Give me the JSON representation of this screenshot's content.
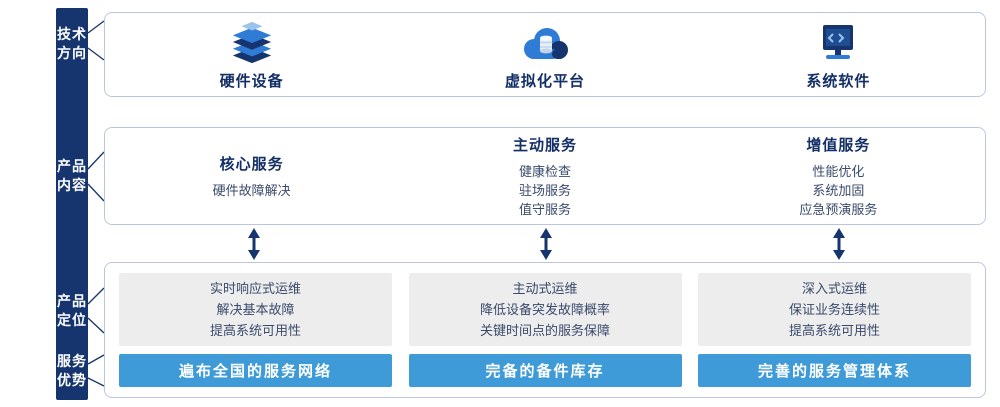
{
  "sidebar": {
    "labels": [
      {
        "line1": "技术",
        "line2": "方向"
      },
      {
        "line1": "产品",
        "line2": "内容"
      },
      {
        "line1": "产品",
        "line2": "定位"
      },
      {
        "line1": "服务",
        "line2": "优势"
      }
    ]
  },
  "tech_row": {
    "items": [
      {
        "label": "硬件设备",
        "icon": "server-stack-icon"
      },
      {
        "label": "虚拟化平台",
        "icon": "cloud-platform-icon"
      },
      {
        "label": "系统软件",
        "icon": "system-software-icon"
      }
    ]
  },
  "content_row": {
    "columns": [
      {
        "title": "核心服务",
        "items": [
          "硬件故障解决"
        ]
      },
      {
        "title": "主动服务",
        "items": [
          "健康检查",
          "驻场服务",
          "值守服务"
        ]
      },
      {
        "title": "增值服务",
        "items": [
          "性能优化",
          "系统加固",
          "应急预演服务"
        ]
      }
    ]
  },
  "positioning_row": {
    "columns": [
      {
        "lines": [
          "实时响应式运维",
          "解决基本故障",
          "提高系统可用性"
        ],
        "advantage": "遍布全国的服务网络"
      },
      {
        "lines": [
          "主动式运维",
          "降低设备突发故障概率",
          "关键时间点的服务保障"
        ],
        "advantage": "完备的备件库存"
      },
      {
        "lines": [
          "深入式运维",
          "保证业务连续性",
          "提高系统可用性"
        ],
        "advantage": "完善的服务管理体系"
      }
    ]
  },
  "colors": {
    "navy": "#16356e",
    "mid_blue": "#2e7cd6",
    "accent_blue": "#3f9bd8",
    "border": "#b9c7de",
    "gray_box": "#ededed"
  }
}
